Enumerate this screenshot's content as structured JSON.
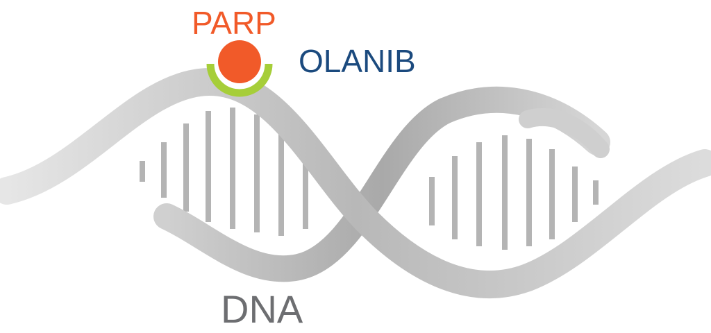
{
  "labels": {
    "parp": "PARP",
    "olanib": "OLANIB",
    "dna": "DNA"
  },
  "colors": {
    "parp": "#f15a29",
    "olanib": "#1b4a7e",
    "binder": "#a6ce39",
    "dna": "#6d6e71",
    "strand": "#c8c8c8"
  }
}
